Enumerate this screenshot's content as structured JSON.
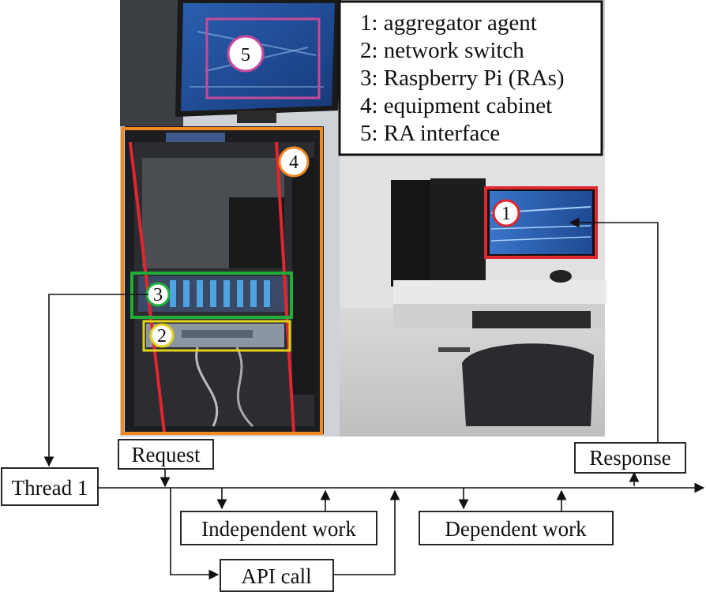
{
  "legend": {
    "items": [
      "1: aggregator agent",
      "2: network switch",
      "3: Raspberry Pi (RAs)",
      "4: equipment cabinet",
      "5: RA interface"
    ]
  },
  "markers": {
    "m1": "1",
    "m2": "2",
    "m3": "3",
    "m4": "4",
    "m5": "5"
  },
  "flow": {
    "thread": "Thread 1",
    "request": "Request",
    "response": "Response",
    "independent_work": "Independent work",
    "dependent_work": "Dependent work",
    "api_call": "API call"
  },
  "colors": {
    "aggregator": "#e0262e",
    "switch": "#e3d21a",
    "raspberry": "#1fae3a",
    "cabinet": "#f08a24",
    "interface": "#c54a9b"
  }
}
